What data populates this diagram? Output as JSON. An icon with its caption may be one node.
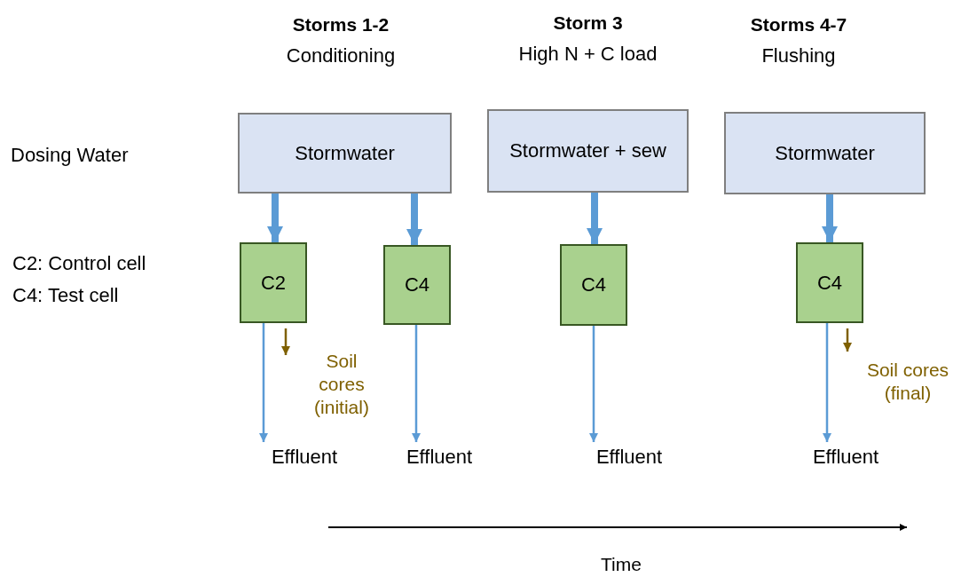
{
  "diagram": {
    "nodes": [
      {
        "text": [
          "Stormwater"
        ]
      },
      {
        "text": [
          "Stormwater + sew"
        ]
      },
      {
        "text": [
          "Stormwater"
        ]
      },
      {
        "text": [
          "C2"
        ]
      },
      {
        "text": [
          "C4"
        ]
      },
      {
        "text": [
          "C4"
        ]
      },
      {
        "text": [
          "C4"
        ]
      },
      {
        "text": [
          "Effluent"
        ]
      },
      {
        "text": [
          "Effluent"
        ]
      },
      {
        "text": [
          "Effluent"
        ]
      },
      {
        "text": [
          "Effluent"
        ]
      },
      {
        "text": [
          "Soil cores (initial)"
        ]
      },
      {
        "text": [
          "Soil cores (final)"
        ]
      }
    ],
    "edges": [
      {
        "from": 0,
        "to": 3,
        "arrow": "to",
        "style": "thick"
      },
      {
        "from": 0,
        "to": 4,
        "arrow": "to",
        "style": "thick"
      },
      {
        "from": 1,
        "to": 5,
        "arrow": "to",
        "style": "thick"
      },
      {
        "from": 2,
        "to": 6,
        "arrow": "to",
        "style": "thick"
      },
      {
        "from": 3,
        "to": 7,
        "arrow": "to"
      },
      {
        "from": 4,
        "to": 8,
        "arrow": "to"
      },
      {
        "from": 5,
        "to": 9,
        "arrow": "to"
      },
      {
        "from": 6,
        "to": 10,
        "arrow": "to"
      },
      {
        "from": 3,
        "to": 11,
        "arrow": "to",
        "color": "#7f6000"
      },
      {
        "from": 6,
        "to": 12,
        "arrow": "to",
        "color": "#7f6000"
      }
    ],
    "labels": [
      "Storms 1-2",
      "Conditioning",
      "Storm 3",
      "High N + C load",
      "Storms 4-7",
      "Flushing",
      "Dosing Water",
      "C2: Control cell",
      "C4: Test cell",
      "Time"
    ]
  }
}
